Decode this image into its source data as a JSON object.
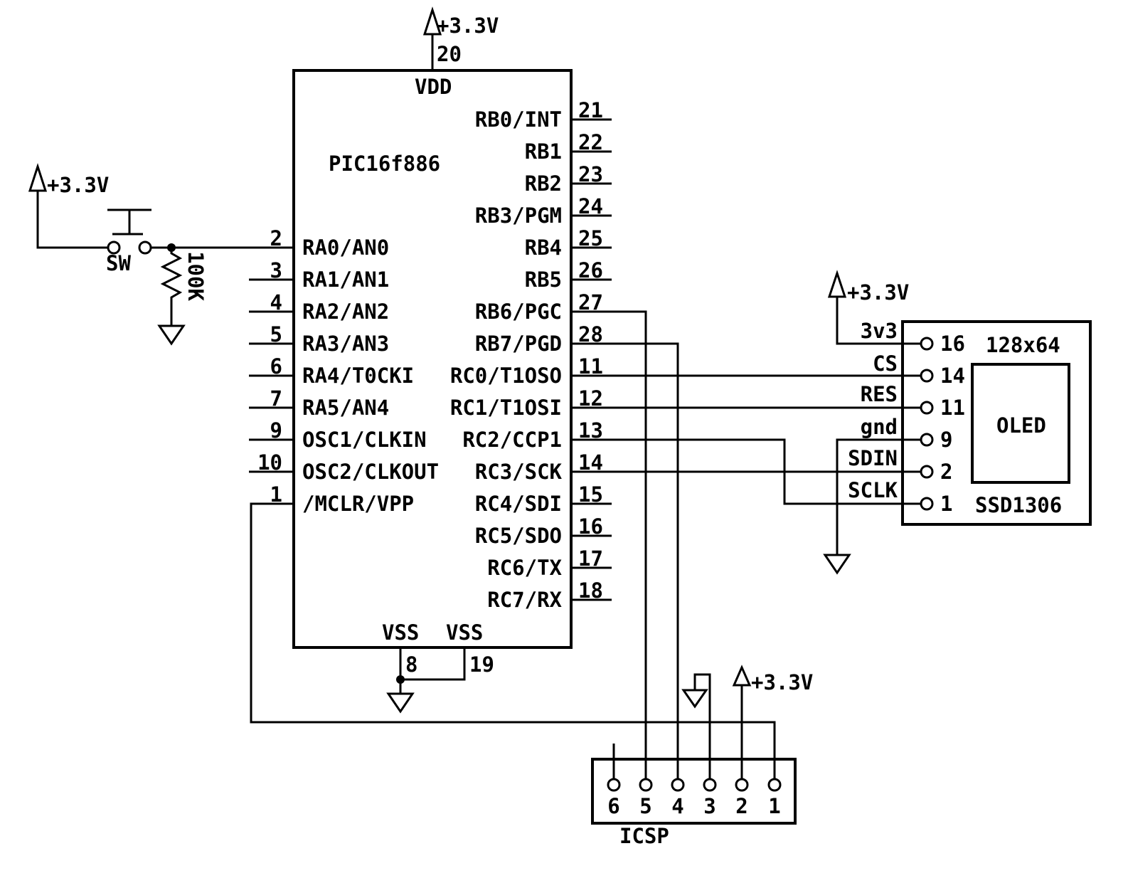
{
  "power": {
    "net": "+3.3V"
  },
  "colors": {
    "line": "#000000",
    "background": "#ffffff"
  },
  "mcu": {
    "name": "PIC16f886",
    "vdd": {
      "num": "20",
      "label": "VDD"
    },
    "vss_left": {
      "num": "8",
      "label": "VSS"
    },
    "vss_right": {
      "num": "19",
      "label": "VSS"
    },
    "left_pins": [
      {
        "num": "2",
        "name": "RA0/AN0"
      },
      {
        "num": "3",
        "name": "RA1/AN1"
      },
      {
        "num": "4",
        "name": "RA2/AN2"
      },
      {
        "num": "5",
        "name": "RA3/AN3"
      },
      {
        "num": "6",
        "name": "RA4/T0CKI"
      },
      {
        "num": "7",
        "name": "RA5/AN4"
      },
      {
        "num": "9",
        "name": "OSC1/CLKIN"
      },
      {
        "num": "10",
        "name": "OSC2/CLKOUT"
      },
      {
        "num": "1",
        "name": "/MCLR/VPP"
      }
    ],
    "right_pins": [
      {
        "num": "21",
        "name": "RB0/INT"
      },
      {
        "num": "22",
        "name": "RB1"
      },
      {
        "num": "23",
        "name": "RB2"
      },
      {
        "num": "24",
        "name": "RB3/PGM"
      },
      {
        "num": "25",
        "name": "RB4"
      },
      {
        "num": "26",
        "name": "RB5"
      },
      {
        "num": "27",
        "name": "RB6/PGC"
      },
      {
        "num": "28",
        "name": "RB7/PGD"
      },
      {
        "num": "11",
        "name": "RC0/T1OSO"
      },
      {
        "num": "12",
        "name": "RC1/T1OSI"
      },
      {
        "num": "13",
        "name": "RC2/CCP1"
      },
      {
        "num": "14",
        "name": "RC3/SCK"
      },
      {
        "num": "15",
        "name": "RC4/SDI"
      },
      {
        "num": "16",
        "name": "RC5/SDO"
      },
      {
        "num": "17",
        "name": "RC6/TX"
      },
      {
        "num": "18",
        "name": "RC7/RX"
      }
    ]
  },
  "pushbutton": {
    "label": "SW"
  },
  "resistor": {
    "value": "100K"
  },
  "oled": {
    "size": "128x64",
    "screen": "OLED",
    "driver": "SSD1306",
    "pins": [
      {
        "label": "3v3",
        "num": "16"
      },
      {
        "label": "CS",
        "num": "14"
      },
      {
        "label": "RES",
        "num": "11"
      },
      {
        "label": "gnd",
        "num": "9"
      },
      {
        "label": "SDIN",
        "num": "2"
      },
      {
        "label": "SCLK",
        "num": "1"
      }
    ]
  },
  "icsp": {
    "label": "ICSP",
    "pins": [
      "6",
      "5",
      "4",
      "3",
      "2",
      "1"
    ]
  }
}
